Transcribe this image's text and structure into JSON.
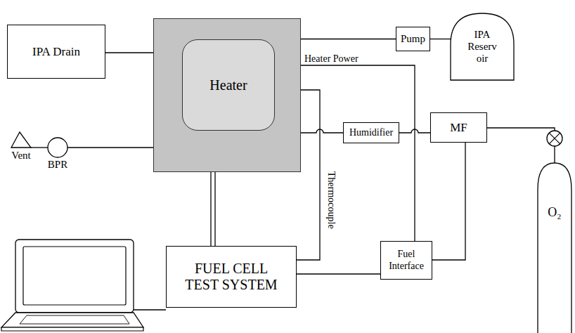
{
  "diagram": {
    "nodes": [
      {
        "text": [
          "IPA Drain"
        ]
      },
      {
        "text": []
      },
      {
        "text": [
          "Heater"
        ],
        "in": 1
      },
      {
        "text": [
          "Pump"
        ]
      },
      {
        "text": [
          "IPA Reserv oir"
        ]
      },
      {
        "text": [
          "Humidifier"
        ]
      },
      {
        "text": [
          "MF"
        ]
      },
      {
        "text": [
          "Vent"
        ]
      },
      {
        "text": [
          "BPR"
        ]
      },
      {
        "text": [
          "Fuel Interface"
        ]
      },
      {
        "text": [
          "FUEL CELL TEST SYSTEM"
        ]
      },
      {
        "text": [
          "O₂"
        ]
      }
    ],
    "edges": [
      {
        "from": 0,
        "to": 1,
        "arrow": "none"
      },
      {
        "from": 1,
        "to": 3,
        "arrow": "none"
      },
      {
        "from": 3,
        "to": 4,
        "arrow": "none"
      },
      {
        "from": 2,
        "to": 9,
        "label": "Heater Power",
        "arrow": "none"
      },
      {
        "from": 1,
        "to": 10,
        "label": "Thermocouple",
        "arrow": "none"
      },
      {
        "from": 1,
        "to": 5,
        "arrow": "none"
      },
      {
        "from": 5,
        "to": 6,
        "arrow": "none"
      },
      {
        "from": 6,
        "to": 11,
        "arrow": "none"
      },
      {
        "from": 6,
        "to": 9,
        "arrow": "none"
      },
      {
        "from": 9,
        "to": 10,
        "arrow": "none"
      },
      {
        "from": 1,
        "to": 10,
        "arrow": "none"
      },
      {
        "from": 7,
        "to": 8,
        "arrow": "none"
      },
      {
        "from": 8,
        "to": 1,
        "arrow": "none"
      }
    ]
  }
}
